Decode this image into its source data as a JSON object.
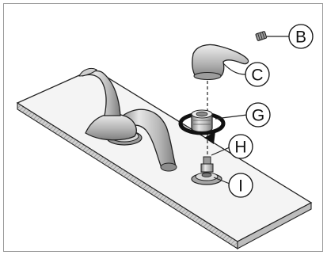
{
  "callouts": [
    {
      "id": "b",
      "label": "B"
    },
    {
      "id": "c",
      "label": "C"
    },
    {
      "id": "g",
      "label": "G"
    },
    {
      "id": "h",
      "label": "H"
    },
    {
      "id": "i",
      "label": "I"
    }
  ],
  "colors": {
    "frame": "#999999",
    "line": "#222222",
    "metal_light": "#e6e6e6",
    "metal_mid": "#b8b8b8",
    "metal_dark": "#7d7d7d",
    "deck_top": "#f4f4f4",
    "deck_edge": "#bdbdbd",
    "rotation_arrow": "#111111"
  }
}
